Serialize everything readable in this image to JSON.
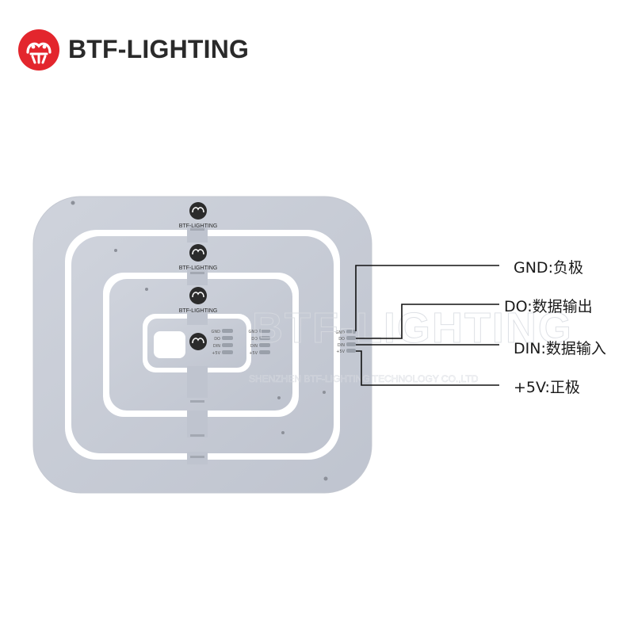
{
  "brand": {
    "name": "BTF-LIGHTING",
    "logo_color": "#e3262d"
  },
  "board": {
    "watermark": "BTF-LIGHTING",
    "watermark_sub": "SHENZHEN BTF-LIGHTING TECHNOLOGY CO.,LTD",
    "ring_logo_text": "BTF-LIGHTING",
    "pad_labels": [
      "GND",
      "DO",
      "DIN",
      "+5V"
    ]
  },
  "pins": [
    {
      "label": "GND:负极"
    },
    {
      "label": "DO:数据输出"
    },
    {
      "label": "DIN:数据输入"
    },
    {
      "label": "+5V:正极"
    }
  ]
}
